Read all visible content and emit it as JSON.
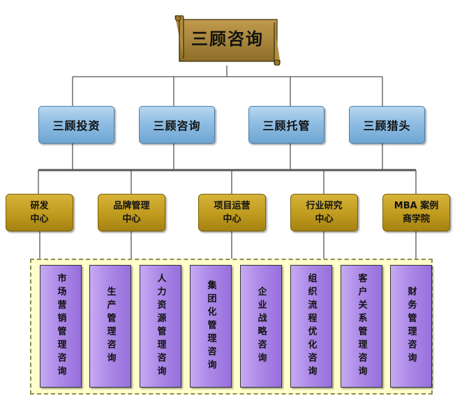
{
  "title": "三顾咨询",
  "level1": [
    {
      "label": "三顾投资"
    },
    {
      "label": "三顾咨询"
    },
    {
      "label": "三顾托管"
    },
    {
      "label": "三顾猎头"
    }
  ],
  "level2": [
    {
      "label": "研发\n中心"
    },
    {
      "label": "品牌管理\n中心"
    },
    {
      "label": "项目运营\n中心"
    },
    {
      "label": "行业研究\n中心"
    },
    {
      "label": "MBA 案例\n商学院"
    }
  ],
  "services": [
    {
      "label": "市场营销管理咨询"
    },
    {
      "label": "生产管理咨询"
    },
    {
      "label": "人力资源管理咨询"
    },
    {
      "label": "集团化管理咨询"
    },
    {
      "label": "企业战略咨询"
    },
    {
      "label": "组织流程优化咨询"
    },
    {
      "label": "客户关系管理咨询"
    },
    {
      "label": "财务管理咨询"
    }
  ],
  "colors": {
    "connector": "#555555",
    "root_fill": "#a8863c",
    "level1_fill": "#8fbde3",
    "level2_fill": "#bf9a1d",
    "panel_fill": "#ffffcc",
    "service_fill": "#ad8ae8"
  }
}
